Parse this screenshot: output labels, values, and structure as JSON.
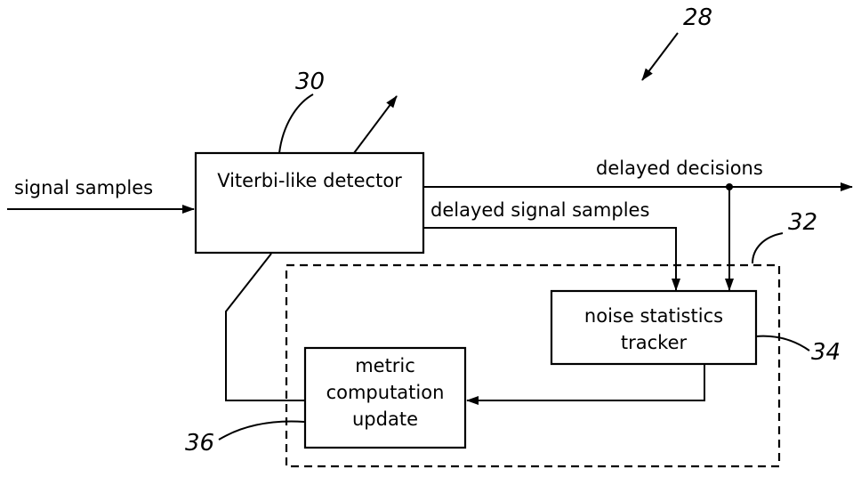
{
  "reference_numerals": {
    "system": "28",
    "detector": "30",
    "tracking_block": "32",
    "tracker": "34",
    "metric_update": "36"
  },
  "blocks": {
    "detector": "Viterbi-like detector",
    "tracker_line1": "noise statistics",
    "tracker_line2": "tracker",
    "update_line1": "metric",
    "update_line2": "computation",
    "update_line3": "update"
  },
  "signals": {
    "input": "signal samples",
    "decisions": "delayed decisions",
    "delayed_samples": "delayed signal samples"
  }
}
